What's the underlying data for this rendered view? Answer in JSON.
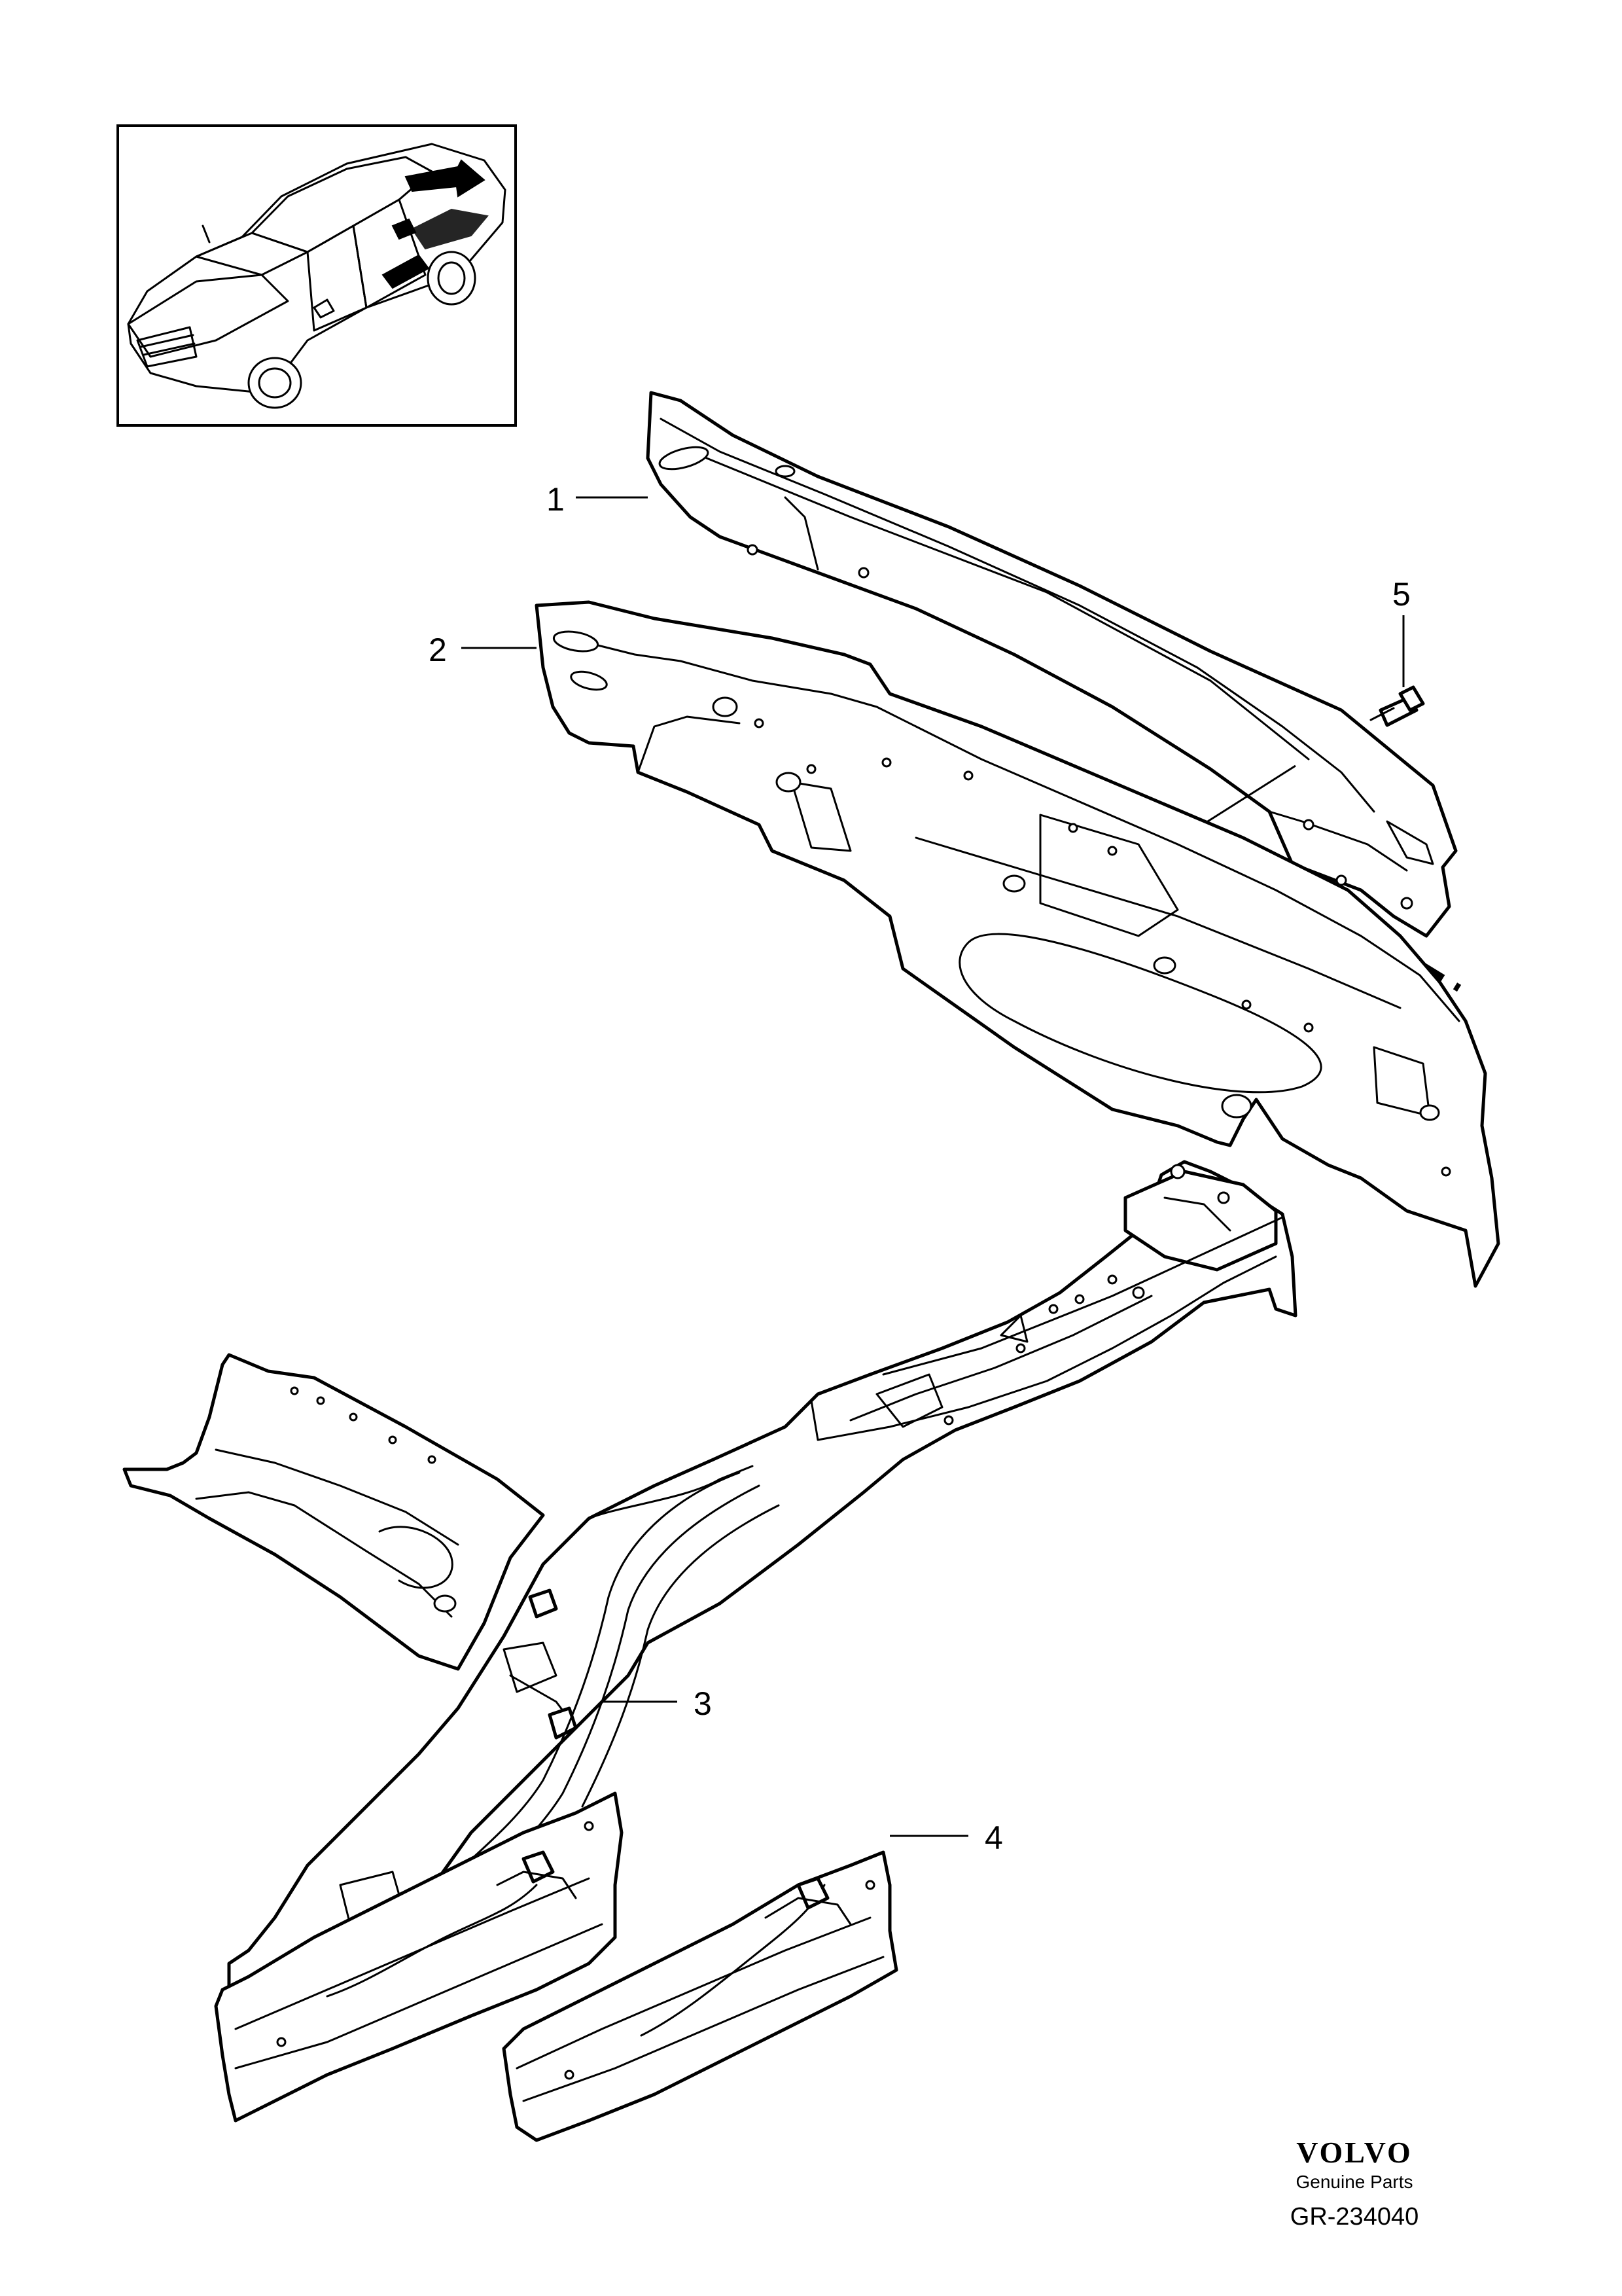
{
  "callouts": [
    {
      "id": "1",
      "label": "1"
    },
    {
      "id": "2",
      "label": "2"
    },
    {
      "id": "3",
      "label": "3"
    },
    {
      "id": "4",
      "label": "4"
    },
    {
      "id": "5",
      "label": "5"
    }
  ],
  "brand": {
    "logo": "VOLVO",
    "subtitle": "Genuine Parts",
    "reference": "GR-234040"
  },
  "colors": {
    "line": "#000000",
    "background": "#ffffff"
  },
  "icons": {
    "thumbnail": "car-location-thumbnail-icon",
    "bolt": "bolt-icon"
  }
}
